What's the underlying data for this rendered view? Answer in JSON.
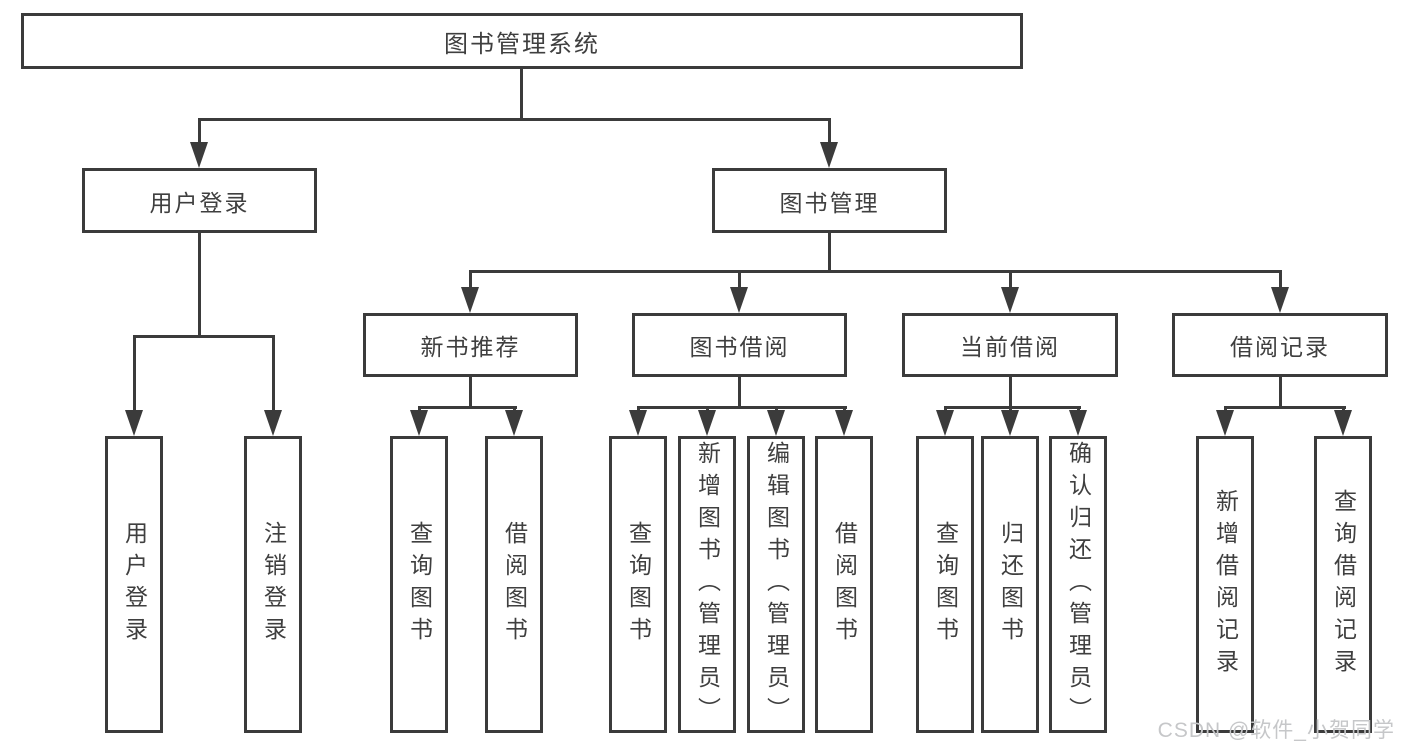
{
  "diagram": {
    "type": "hierarchy-tree",
    "tree": {
      "root": {
        "label": "图书管理系统"
      },
      "children": [
        {
          "label": "用户登录",
          "children": [
            {
              "label": "用户登录"
            },
            {
              "label": "注销登录"
            }
          ]
        },
        {
          "label": "图书管理",
          "children": [
            {
              "label": "新书推荐",
              "children": [
                {
                  "label": "查询图书"
                },
                {
                  "label": "借阅图书"
                }
              ]
            },
            {
              "label": "图书借阅",
              "children": [
                {
                  "label": "查询图书"
                },
                {
                  "label": "新增图书（管理员）"
                },
                {
                  "label": "编辑图书（管理员）"
                },
                {
                  "label": "借阅图书"
                }
              ]
            },
            {
              "label": "当前借阅",
              "children": [
                {
                  "label": "查询图书"
                },
                {
                  "label": "归还图书"
                },
                {
                  "label": "确认归还（管理员）"
                }
              ]
            },
            {
              "label": "借阅记录",
              "children": [
                {
                  "label": "新增借阅记录"
                },
                {
                  "label": "查询借阅记录"
                }
              ]
            }
          ]
        }
      ]
    },
    "colors": {
      "line": "#3b3b3b",
      "text": "#3f3f3f",
      "background": "#ffffff",
      "watermark_text_color": "#c6c7c9"
    }
  },
  "watermark": {
    "text": "CSDN @软件_小贺同学"
  }
}
